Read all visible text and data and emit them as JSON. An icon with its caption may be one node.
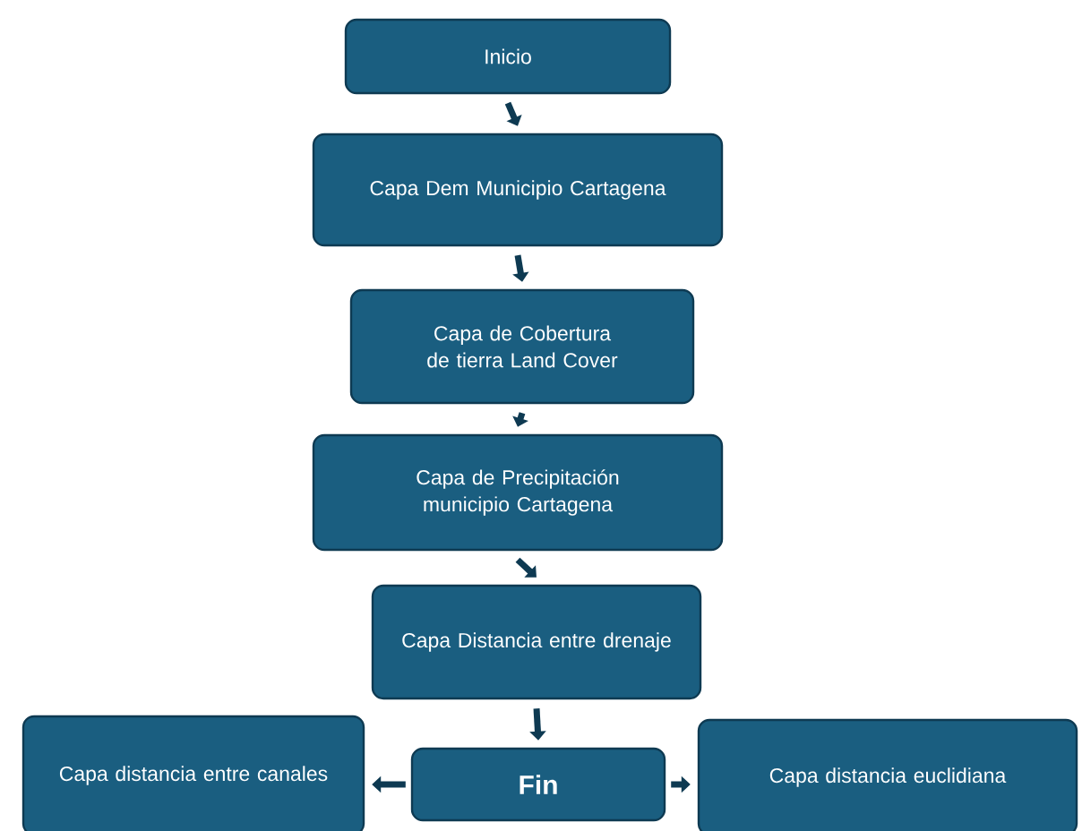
{
  "diagram": {
    "nodes": [
      {
        "text": [
          "Inicio"
        ]
      },
      {
        "text": [
          "Capa Dem Municipio Cartagena"
        ]
      },
      {
        "text": [
          "Capa de Cobertura de tierra Land Cover"
        ]
      },
      {
        "text": [
          "Capa de Precipitación municipio Cartagena"
        ]
      },
      {
        "text": [
          "Capa Distancia entre drenaje"
        ]
      },
      {
        "text": [
          "Fin"
        ]
      },
      {
        "text": [
          "Capa distancia entre canales"
        ]
      },
      {
        "text": [
          "Capa distancia euclidiana"
        ]
      }
    ],
    "edges": [
      {
        "from": 0,
        "to": 1,
        "arrow": "to"
      },
      {
        "from": 1,
        "to": 2,
        "arrow": "to"
      },
      {
        "from": 2,
        "to": 3,
        "arrow": "to"
      },
      {
        "from": 3,
        "to": 4,
        "arrow": "to"
      },
      {
        "from": 4,
        "to": 5,
        "arrow": "to"
      },
      {
        "from": 5,
        "to": 6,
        "arrow": "to"
      },
      {
        "from": 5,
        "to": 7,
        "arrow": "to"
      }
    ]
  }
}
